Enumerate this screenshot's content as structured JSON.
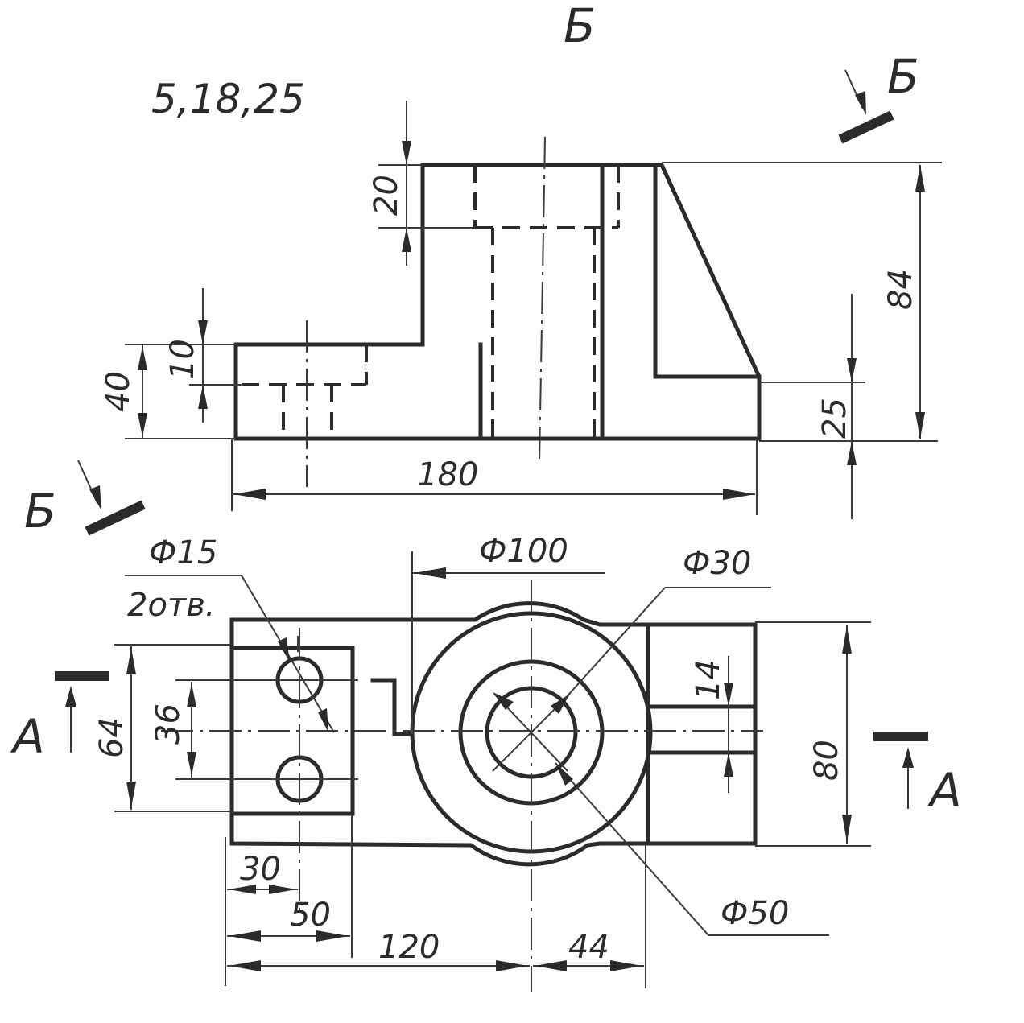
{
  "header": {
    "variant": "5,18,25",
    "view_letter": "Б"
  },
  "sections": {
    "b_top": "Б",
    "b_left": "Б",
    "a_left": "А",
    "a_right": "А"
  },
  "dimensions": {
    "d20": "20",
    "d84": "84",
    "d10": "10",
    "d40": "40",
    "d25": "25",
    "d180": "180",
    "d15": "Ф15",
    "holes": "2отв.",
    "d100": "Ф100",
    "d30": "Ф30",
    "d14": "14",
    "d64": "64",
    "d36": "36",
    "d80": "80",
    "d50dia": "Ф50",
    "d30lin": "30",
    "d50lin": "50",
    "d120": "120",
    "d44": "44"
  }
}
